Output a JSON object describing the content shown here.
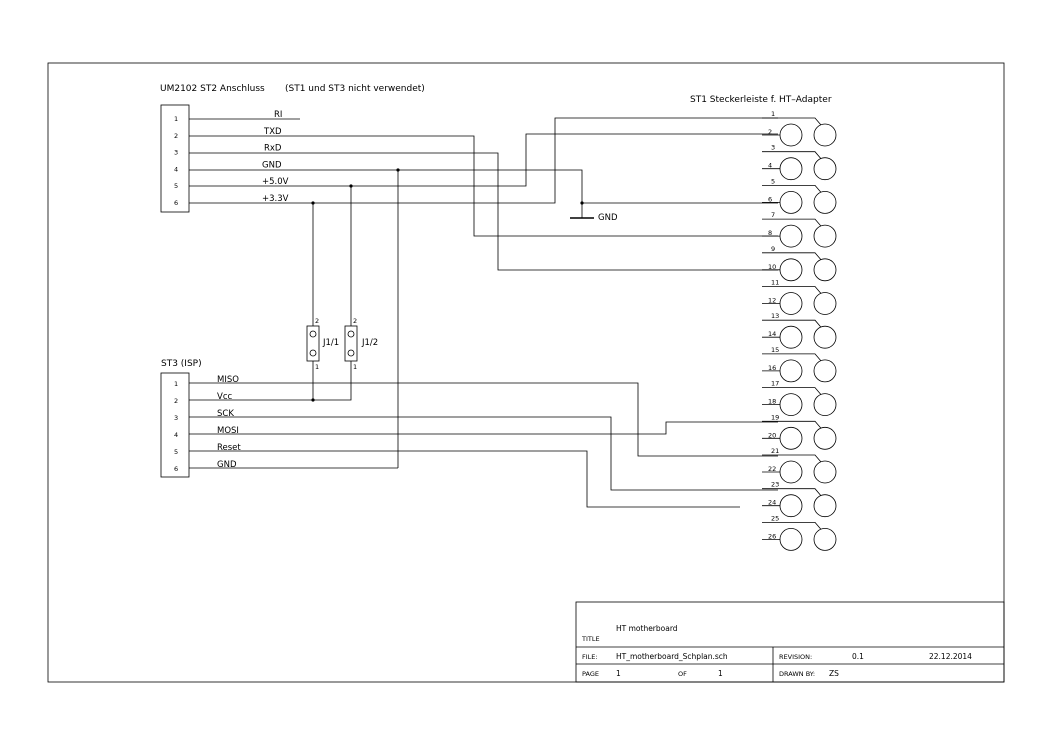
{
  "st2": {
    "title": "UM2102 ST2 Anschluss",
    "note": "(ST1 und ST3 nicht verwendet)",
    "pins": [
      "1",
      "2",
      "3",
      "4",
      "5",
      "6"
    ],
    "signals": [
      "RI",
      "TXD",
      "RxD",
      "GND",
      "+5.0V",
      "+3.3V"
    ]
  },
  "st3": {
    "title": "ST3 (ISP)",
    "pins": [
      "1",
      "2",
      "3",
      "4",
      "5",
      "6"
    ],
    "signals": [
      "MISO",
      "Vcc",
      "SCK",
      "MOSI",
      "Reset",
      "GND"
    ]
  },
  "st1": {
    "title": "ST1 Steckerleiste f. HT–Adapter",
    "pins": [
      "1",
      "2",
      "3",
      "4",
      "5",
      "6",
      "7",
      "8",
      "9",
      "10",
      "11",
      "12",
      "13",
      "14",
      "15",
      "16",
      "17",
      "18",
      "19",
      "20",
      "21",
      "22",
      "23",
      "24",
      "25",
      "26"
    ]
  },
  "gnd_label": "GND",
  "jumpers": [
    {
      "name": "J1/1",
      "pin_top": "2",
      "pin_bottom": "1"
    },
    {
      "name": "J1/2",
      "pin_top": "2",
      "pin_bottom": "1"
    }
  ],
  "title_block": {
    "title_caption": "TITLE",
    "title": "HT motherboard",
    "file_caption": "FILE:",
    "file": "HT_motherboard_Schplan.sch",
    "revision_caption": "REVISION:",
    "revision": "0.1",
    "date": "22.12.2014",
    "page_caption": "PAGE",
    "page": "1",
    "of_caption": "OF",
    "of": "1",
    "drawn_caption": "DRAWN BY:",
    "drawn": "ZS"
  }
}
